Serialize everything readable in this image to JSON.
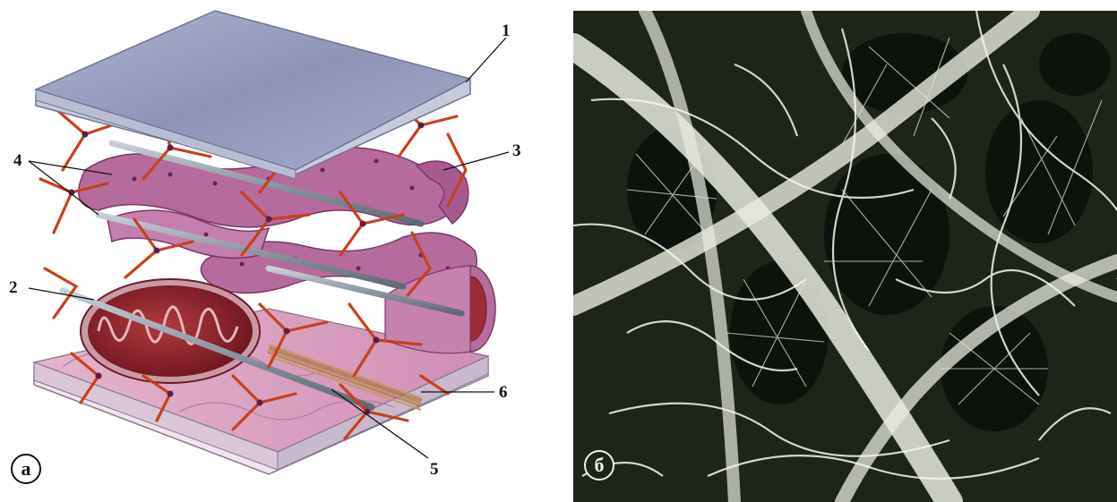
{
  "panel_a": {
    "badge": "а",
    "labels": {
      "label_1": "1",
      "label_2": "2",
      "label_3": "3",
      "label_4": "4",
      "label_5": "5",
      "label_6": "6"
    }
  },
  "panel_b": {
    "badge": "б"
  },
  "colors": {
    "membrane_top": "#9ea4c4",
    "membrane_bottom": "#d9a7c3",
    "reticulum": "#b96aa0",
    "filaments": "#d0451f",
    "mitochondrion": "#8c1f2a",
    "microtubule": "#8f9aa3",
    "micrograph_bg": "#1e2418",
    "micrograph_fibers": "#eef0e6"
  }
}
